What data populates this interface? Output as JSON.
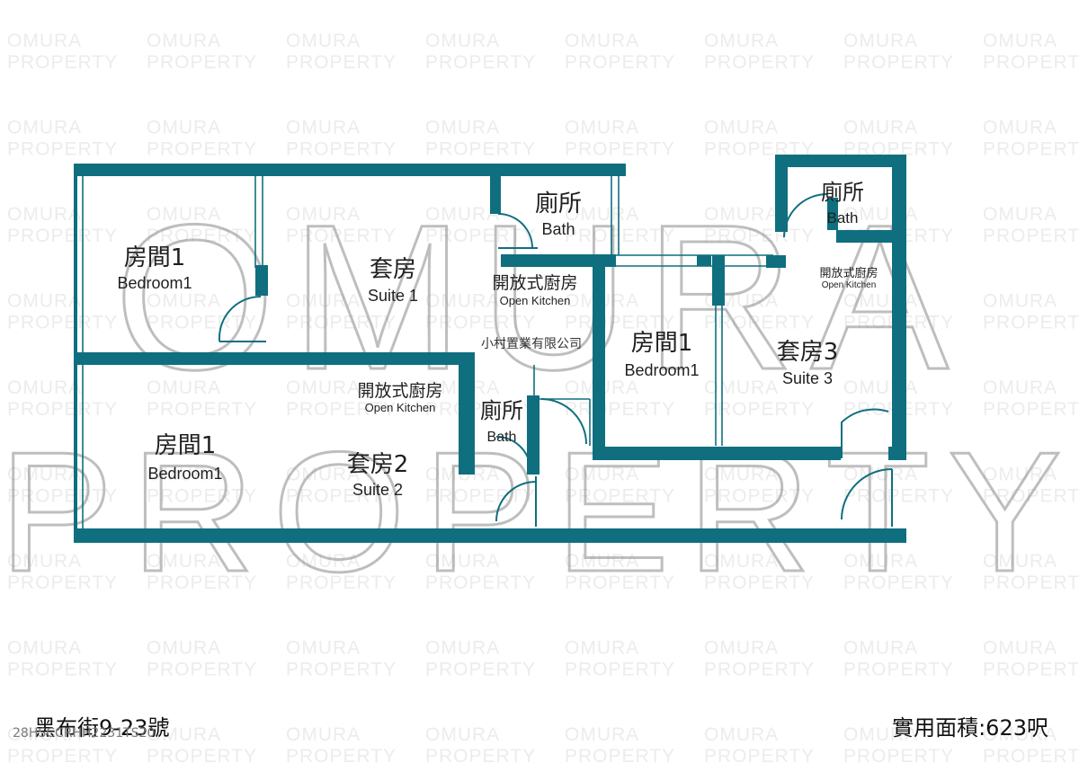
{
  "watermark": {
    "small_line1": "OMURA",
    "small_line2": "PROPERTY",
    "big_line1": "OMURA",
    "big_line2": "PROPERTY"
  },
  "company": "小村置業有限公司",
  "rooms": {
    "unit1_bedroom": {
      "zh": "房間1",
      "en": "Bedroom1"
    },
    "unit1_suite": {
      "zh": "套房",
      "en": "Suite 1"
    },
    "unit1_bath": {
      "zh": "廁所",
      "en": "Bath"
    },
    "unit1_kitchen": {
      "zh": "開放式廚房",
      "en": "Open Kitchen"
    },
    "unit2_bedroom": {
      "zh": "房間1",
      "en": "Bedroom1"
    },
    "unit2_suite": {
      "zh": "套房2",
      "en": "Suite 2"
    },
    "unit2_bath": {
      "zh": "廁所",
      "en": "Bath"
    },
    "unit2_kitchen": {
      "zh": "開放式廚房",
      "en": "Open Kitchen"
    },
    "unit3_bedroom": {
      "zh": "房間1",
      "en": "Bedroom1"
    },
    "unit3_suite": {
      "zh": "套房3",
      "en": "Suite 3"
    },
    "unit3_bath": {
      "zh": "廁所",
      "en": "Bath"
    },
    "unit3_kitchen": {
      "zh": "開放式廚房",
      "en": "Open Kitchen"
    }
  },
  "footer": {
    "address": "黑布街9-23號",
    "area": "實用面積:623呎",
    "ref": "28HSCCRHH2231TS20"
  },
  "colors": {
    "wall": "#0f6f7f",
    "watermark": "#ececec"
  }
}
